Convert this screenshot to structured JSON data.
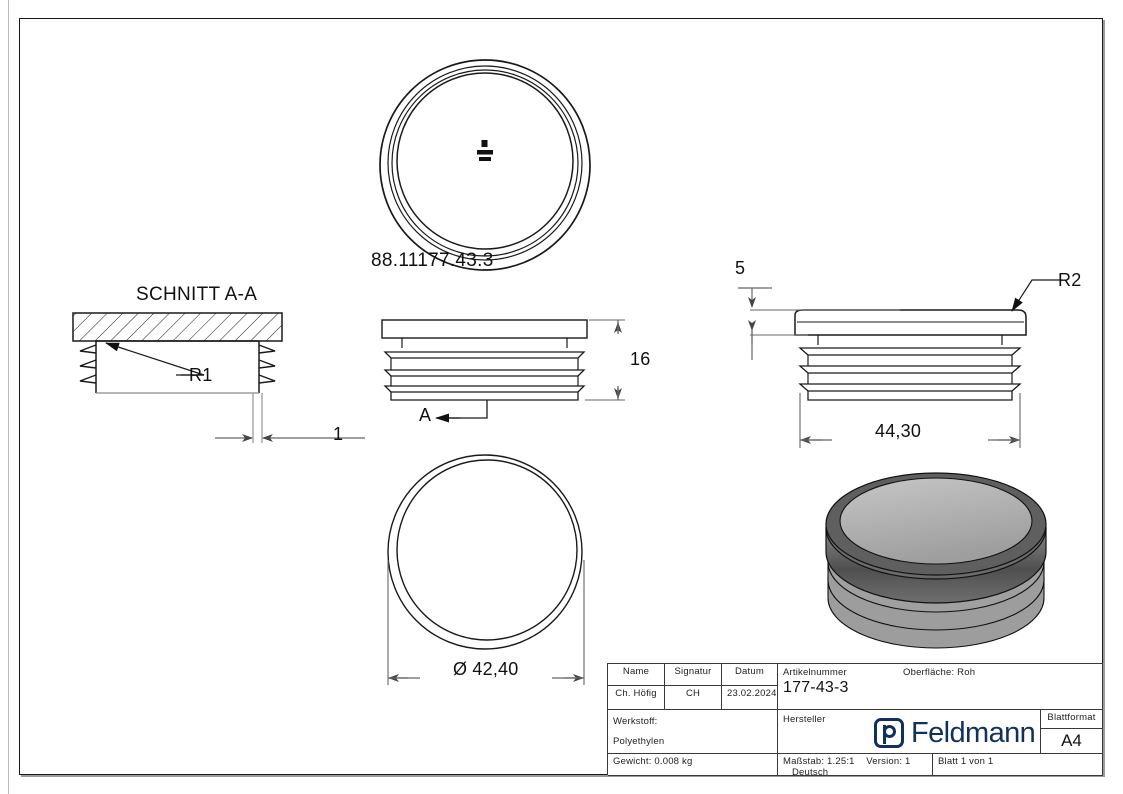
{
  "drawing": {
    "part_label": "88.11177.43.3",
    "section_title": "SCHNITT A-A",
    "section_arrow_letter": "A",
    "callouts": {
      "r1": "R1",
      "r2": "R2"
    },
    "dimensions": {
      "wall_thickness": "1",
      "height": "16",
      "cap_thickness": "5",
      "flange_diameter": "44,30",
      "body_diameter": "Ø 42,40"
    }
  },
  "title_block": {
    "headers": {
      "name": "Name",
      "signatur": "Signatur",
      "datum": "Datum"
    },
    "values": {
      "name": "Ch. Höfig",
      "signatur": "CH",
      "datum": "23.02.2024"
    },
    "artikelnummer_label": "Artikelnummer",
    "artikelnummer_value": "177-43-3",
    "oberflaeche": "Oberfläche:  Roh",
    "werkstoff_label": "Werkstoff:",
    "werkstoff_value": "Polyethylen",
    "hersteller_label": "Hersteller",
    "hersteller_name": "Feldmann",
    "blattformat_label": "Blattformat",
    "blattformat_value": "A4",
    "gewicht": "Gewicht: 0.008 kg",
    "massstab": "Maßstab: 1.25:1",
    "version": "Version: 1",
    "sprache": "Deutsch",
    "blatt": "Blatt 1 von 1"
  },
  "colors": {
    "line": "#1a1a1a",
    "dimension": "#666666",
    "logo": "#12305e",
    "render_light": "#b3b3b3",
    "render_dark": "#595959"
  }
}
